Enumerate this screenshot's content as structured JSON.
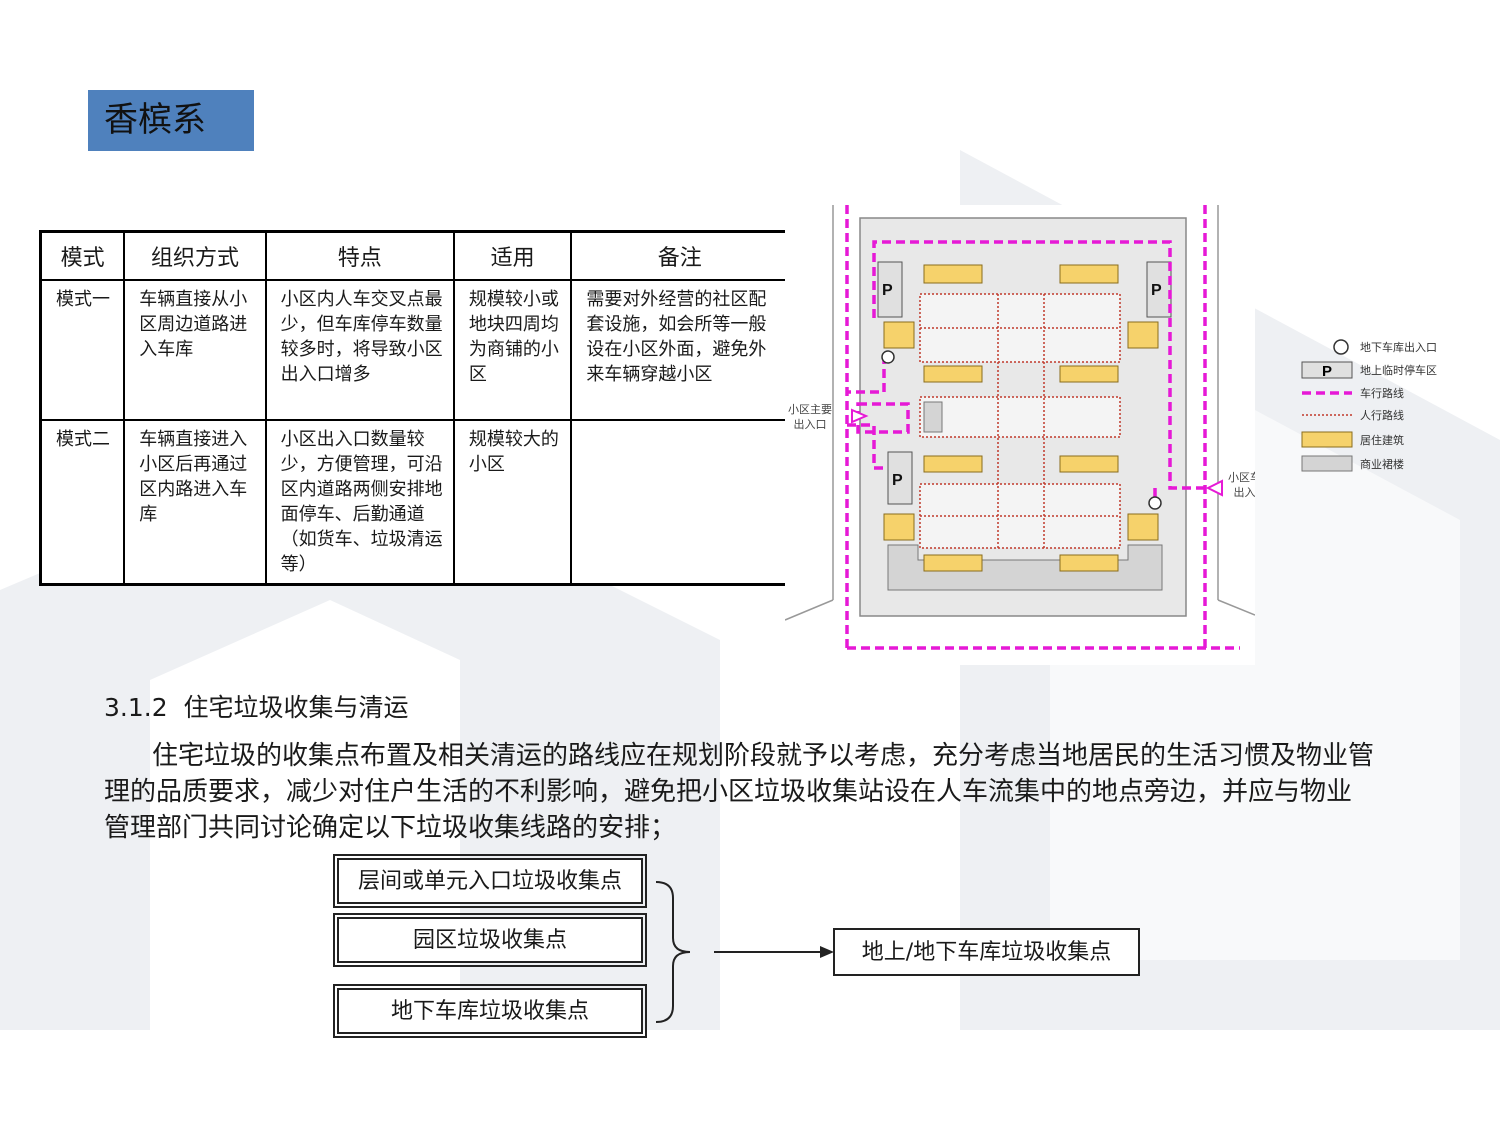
{
  "section_tag": "香槟系",
  "table": {
    "headers": [
      "模式",
      "组织方式",
      "特点",
      "适用",
      "备注"
    ],
    "rows": [
      [
        "模式一",
        "车辆直接从小区周边道路进入车库",
        "小区内人车交叉点最少，但车库停车数量较多时，将导致小区出入口增多",
        "规模较小或地块四周均为商铺的小区",
        "需要对外经营的社区配套设施，如会所等一般设在小区外面，避免外来车辆穿越小区"
      ],
      [
        "模式二",
        "车辆直接进入小区后再通过区内路进入车库",
        "小区出入口数量较少，方便管理，可沿区内道路两侧安排地面停车、后勤通道（如货车、垃圾清运等）",
        "规模较大的小区",
        ""
      ]
    ]
  },
  "site_plan": {
    "parking_label": "P",
    "entrance_main": "小区主要出入口",
    "entrance_vehicle": "小区车行出入口",
    "legend": [
      {
        "symbol": "circle",
        "label": "地下车库出入口"
      },
      {
        "symbol": "P",
        "label": "地上临时停车区"
      },
      {
        "symbol": "dash-magenta",
        "label": "车行路线"
      },
      {
        "symbol": "dot-red",
        "label": "人行路线"
      },
      {
        "symbol": "yellow",
        "label": "居住建筑"
      },
      {
        "symbol": "gray",
        "label": "商业裙楼"
      }
    ],
    "colors": {
      "vehicle": "#e619d6",
      "pedestrian": "#c0392b",
      "residential": "#f6d26b",
      "commercial": "#d4d4d4"
    }
  },
  "section_heading": "3.1.2  住宅垃圾收集与清运",
  "paragraph": "住宅垃圾的收集点布置及相关清运的路线应在规划阶段就予以考虑，充分考虑当地居民的生活习惯及物业管理的品质要求，减少对住户生活的不利影响，避免把小区垃圾收集站设在人车流集中的地点旁边，并应与物业管理部门共同讨论确定以下垃圾收集线路的安排；",
  "flow": {
    "sources": [
      "层间或单元入口垃圾收集点",
      "园区垃圾收集点",
      "地下车库垃圾收集点"
    ],
    "target": "地上/地下车库垃圾收集点"
  }
}
